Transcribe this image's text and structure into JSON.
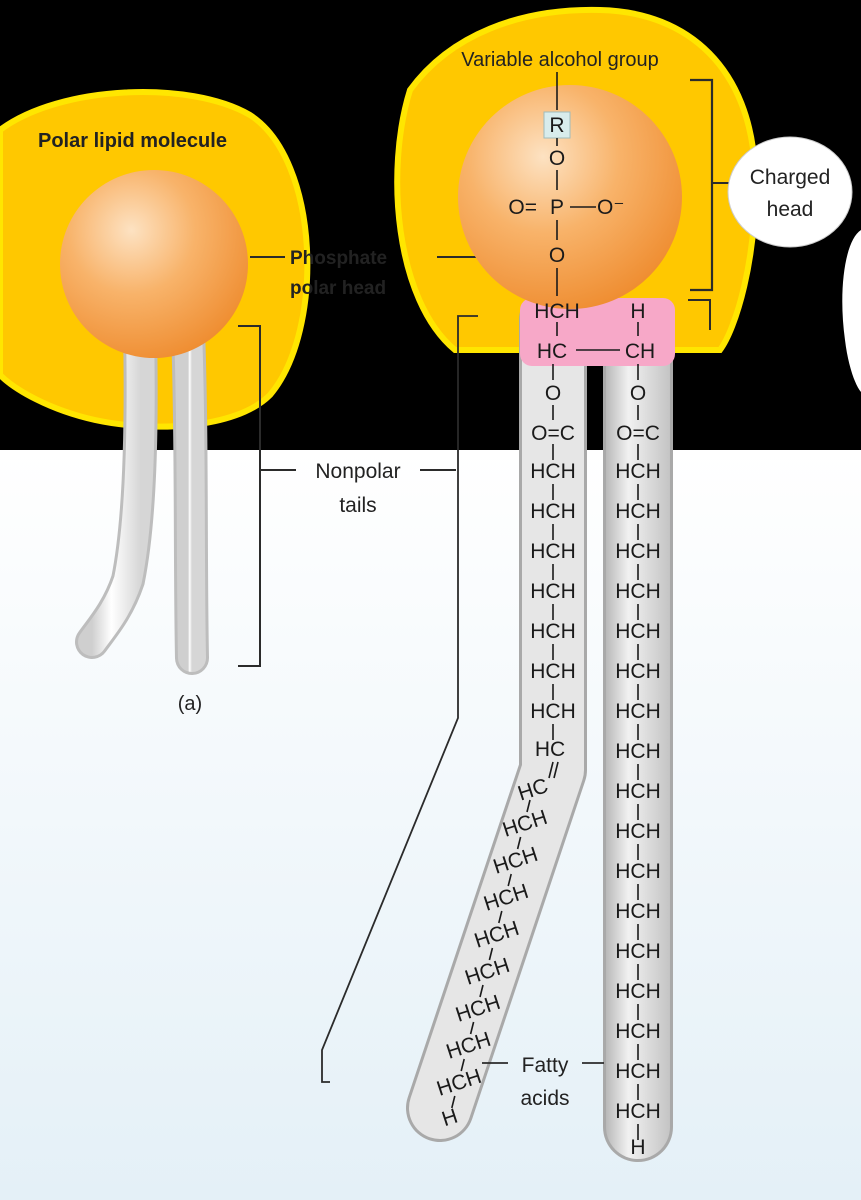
{
  "labels": {
    "polar_lipid_molecule": "Polar lipid molecule",
    "variable_alcohol_group": "Variable alcohol group",
    "charged_head": [
      "Charged",
      "head"
    ],
    "phosphate_polar_head": [
      "Phosphate",
      "polar head"
    ],
    "nonpolar_tails": [
      "Nonpolar",
      "tails"
    ],
    "fatty_acids": [
      "Fatty",
      "acids"
    ],
    "panel_a": "(a)"
  },
  "head_group": {
    "r": "R",
    "o_top": "O",
    "p_row": {
      "left": "O=",
      "center": "P",
      "right": "O⁻"
    },
    "o_bottom": "O"
  },
  "glycerol": {
    "top": "HCH",
    "left": "HC",
    "right": "CH",
    "right_h": "H"
  },
  "chain_left": {
    "ester_o": "O",
    "carbonyl": "O=C",
    "upper_units": [
      "HCH",
      "HCH",
      "HCH",
      "HCH",
      "HCH",
      "HCH",
      "HCH"
    ],
    "double_bond_units": [
      "HC",
      "HC"
    ],
    "lower_units": [
      "HCH",
      "HCH",
      "HCH",
      "HCH",
      "HCH",
      "HCH",
      "HCH",
      "HCH"
    ],
    "terminal": "H"
  },
  "chain_right": {
    "ester_o": "O",
    "carbonyl": "O=C",
    "units": [
      "HCH",
      "HCH",
      "HCH",
      "HCH",
      "HCH",
      "HCH",
      "HCH",
      "HCH",
      "HCH",
      "HCH",
      "HCH",
      "HCH",
      "HCH",
      "HCH",
      "HCH",
      "HCH",
      "HCH"
    ],
    "terminal": "H"
  },
  "colors": {
    "background_top": "#000000",
    "background_bottom_start": "#ffffff",
    "background_bottom_end": "#e4f0f7",
    "glow": "#ffc800",
    "glow_edge": "#ffe600",
    "head_sphere": "#f6a04a",
    "tail_fill": "#dcdcdc",
    "glycerol_highlight": "#f7a8c8",
    "bracket": "#2b2b2b"
  }
}
